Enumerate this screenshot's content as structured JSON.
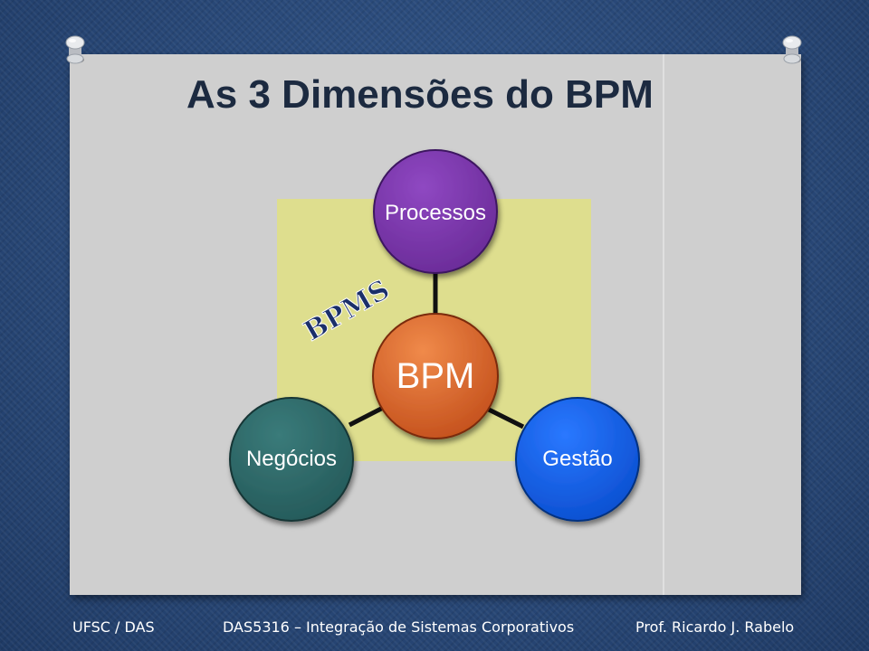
{
  "slide": {
    "title": "As 3 Dimensões do BPM"
  },
  "diagram": {
    "center_label": "BPM",
    "nodes": {
      "top": "Processos",
      "left": "Negócios",
      "right": "Gestão"
    },
    "annotation": "BPMS",
    "colors": {
      "panel": "#dede8e",
      "center": "#d9652a",
      "top": "#7b36aa",
      "left": "#2e6b6a",
      "right": "#1460e8",
      "annotation": "#1a2f6a"
    }
  },
  "footer": {
    "left": "UFSC / DAS",
    "center": "DAS5316 – Integração de Sistemas Corporativos",
    "right": "Prof. Ricardo J. Rabelo"
  }
}
